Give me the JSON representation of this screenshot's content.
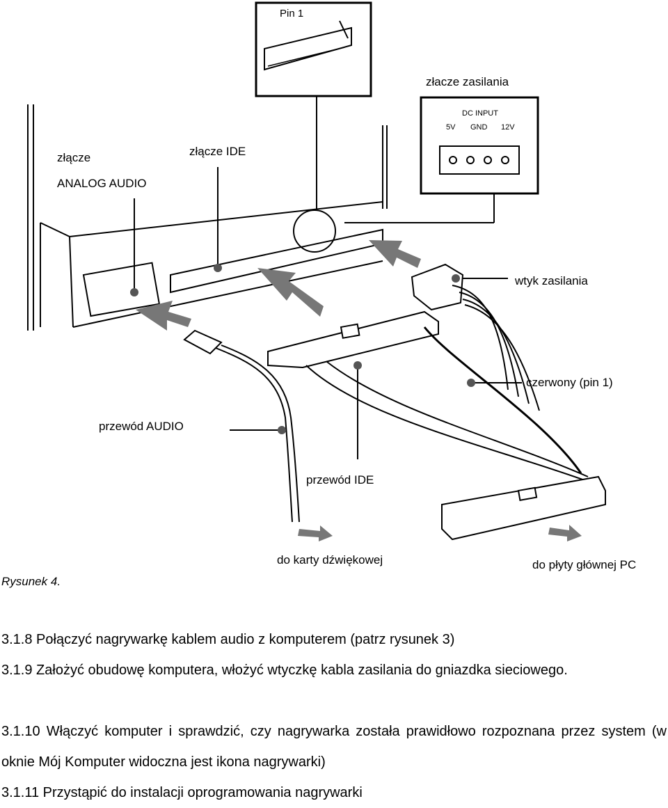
{
  "figure": {
    "labels": {
      "pin1": "Pin 1",
      "power_connector": "złacze zasilania",
      "dc_input": "DC INPUT",
      "v5": "5V",
      "gnd": "GND",
      "v12": "12V",
      "audio_connector_line1": "złącze",
      "audio_connector_line2": "ANALOG AUDIO",
      "ide_connector": "złącze IDE",
      "power_plug": "wtyk zasilania",
      "red_pin1": "czerwony (pin 1)",
      "audio_cable": "przewód AUDIO",
      "ide_cable": "przewód IDE",
      "to_sound_card": "do karty dźwiękowej",
      "to_motherboard": "do płyty głównej PC"
    },
    "caption": "Rysunek 4."
  },
  "steps": [
    "3.1.8 Połączyć nagrywarkę kablem audio z komputerem (patrz rysunek 3)",
    "3.1.9 Założyć obudowę komputera, włożyć wtyczkę kabla zasilania do gniazdka sieciowego.",
    "3.1.10 Włączyć komputer i sprawdzić, czy nagrywarka została prawidłowo rozpoznana przez system (w oknie Mój Komputer widoczna jest ikona nagrywarki)",
    "3.1.11 Przystąpić do instalacji oprogramowania nagrywarki"
  ]
}
